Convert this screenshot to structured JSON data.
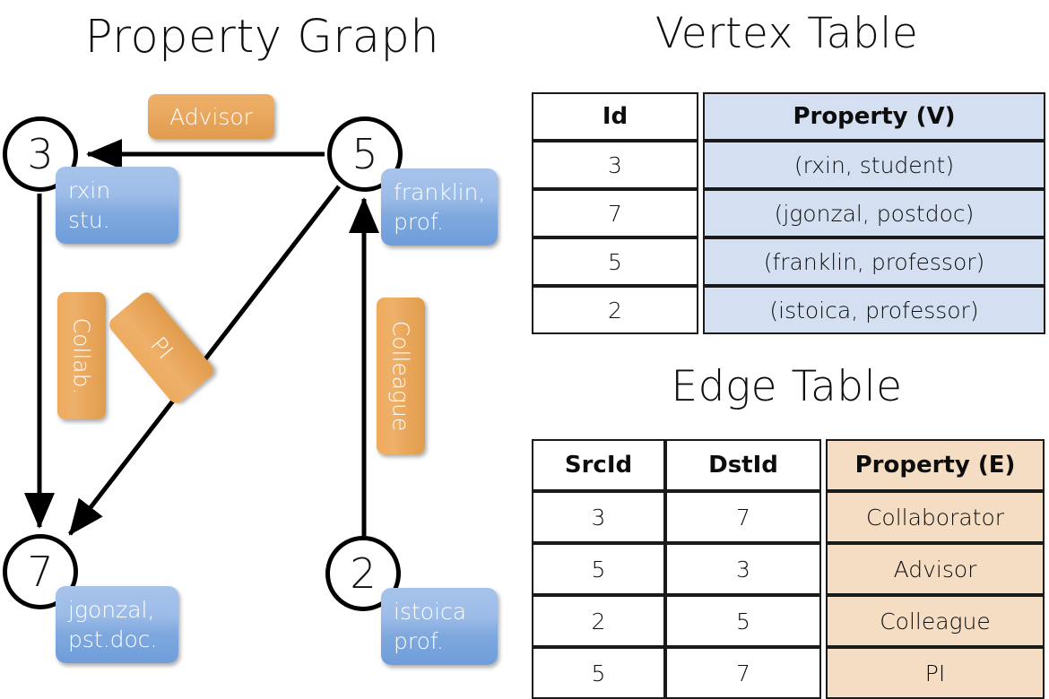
{
  "titles": {
    "property_graph": "Property Graph",
    "vertex_table": "Vertex Table",
    "edge_table": "Edge Table"
  },
  "graph": {
    "nodes": [
      {
        "id": "3",
        "prop_line1": "rxin",
        "prop_line2": "stu."
      },
      {
        "id": "5",
        "prop_line1": "franklin,",
        "prop_line2": "prof."
      },
      {
        "id": "7",
        "prop_line1": "jgonzal,",
        "prop_line2": "pst.doc."
      },
      {
        "id": "2",
        "prop_line1": "istoica",
        "prop_line2": "prof."
      }
    ],
    "edge_labels": [
      {
        "name": "advisor",
        "text": "Advisor"
      },
      {
        "name": "collab",
        "text": "Collab."
      },
      {
        "name": "pi",
        "text": "PI"
      },
      {
        "name": "colleague",
        "text": "Colleague"
      }
    ]
  },
  "vertex_table": {
    "headers": [
      "Id",
      "Property (V)"
    ],
    "rows": [
      {
        "id": "3",
        "property": "(rxin, student)"
      },
      {
        "id": "7",
        "property": "(jgonzal, postdoc)"
      },
      {
        "id": "5",
        "property": "(franklin, professor)"
      },
      {
        "id": "2",
        "property": "(istoica, professor)"
      }
    ]
  },
  "edge_table": {
    "headers": [
      "SrcId",
      "DstId",
      "Property (E)"
    ],
    "rows": [
      {
        "src": "3",
        "dst": "7",
        "property": "Collaborator"
      },
      {
        "src": "5",
        "dst": "3",
        "property": "Advisor"
      },
      {
        "src": "2",
        "dst": "5",
        "property": "Colleague"
      },
      {
        "src": "5",
        "dst": "7",
        "property": "PI"
      }
    ]
  },
  "colors": {
    "vertex_property_fill": "#d4e0f2",
    "edge_property_fill": "#f5ddc3",
    "node_box_blue": "#7fa8de",
    "edge_label_orange": "#eaa85f",
    "stroke": "#000000"
  }
}
